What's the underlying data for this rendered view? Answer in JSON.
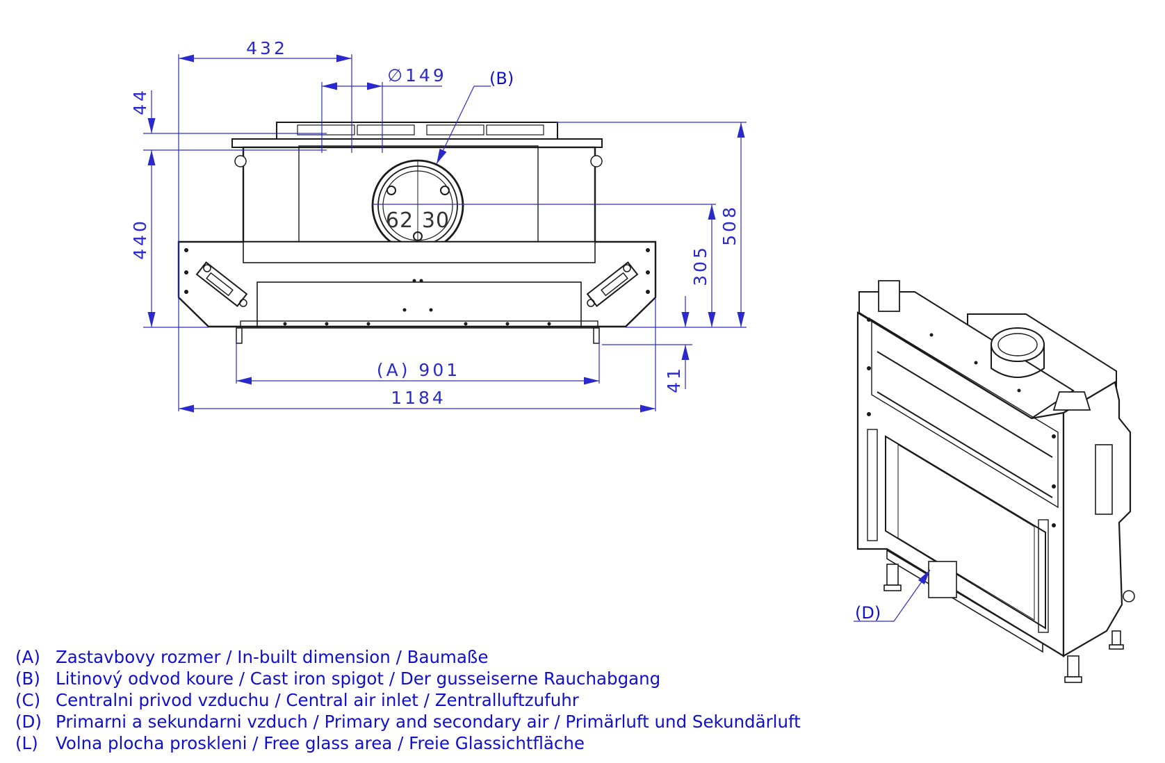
{
  "dimensions": {
    "width_top": "432",
    "spigot_diameter": "∅149",
    "offset_top": "44",
    "height_left": "440",
    "height_center": "305",
    "height_right": "508",
    "inbuilt_width": "(A) 901",
    "total_width": "1184",
    "feet_height": "41",
    "spigot_inner_left": "62",
    "spigot_inner_right": "30"
  },
  "callouts": {
    "b": "(B)",
    "d": "(D)"
  },
  "legend": [
    {
      "key": "(A)",
      "text": "Zastavbovy rozmer / In-built dimension / Baumaße"
    },
    {
      "key": "(B)",
      "text": "Litinový odvod koure / Cast iron spigot / Der gusseiserne Rauchabgang"
    },
    {
      "key": "(C)",
      "text": "Centralni privod vzduchu / Central air inlet / Zentralluftzufuhr"
    },
    {
      "key": "(D)",
      "text": "Primarni a sekundarni vzduch / Primary and secondary air / Primärluft und Sekundärluft"
    },
    {
      "key": "(L)",
      "text": "Volna plocha proskleni / Free glass area / Freie Glassichtfläche"
    }
  ],
  "colors": {
    "dimension": "#2a2acc",
    "callout": "#1010cc",
    "drawing": "#1a1a1a"
  }
}
